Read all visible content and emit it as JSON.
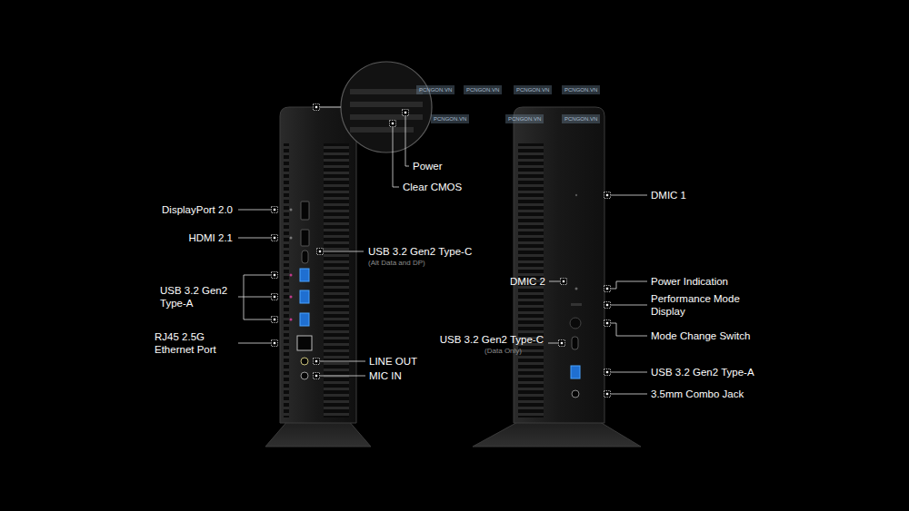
{
  "diagram": {
    "labels": [
      "Power",
      "Clear CMOS",
      "DisplayPort 2.0",
      "HDMI 2.1",
      "USB 3.2 Gen2 Type-A",
      "RJ45 2.5G Ethernet Port",
      "USB 3.2 Gen2 Type-C",
      "(Alt Data and DP)",
      "LINE OUT",
      "MIC IN",
      "DMIC 1",
      "DMIC 2",
      "Power Indication",
      "Performance Mode Display",
      "Mode Change Switch",
      "USB 3.2 Gen2 Type-C",
      "(Data Only)",
      "USB 3.2 Gen2 Type-A",
      "3.5mm Combo Jack",
      "PCNGON.VN",
      "PCNGON.VN",
      "PCNGON.VN",
      "PCNGON.VN",
      "PCNGON.VN",
      "PCNGON.VN",
      "PCNGON.VN"
    ]
  }
}
